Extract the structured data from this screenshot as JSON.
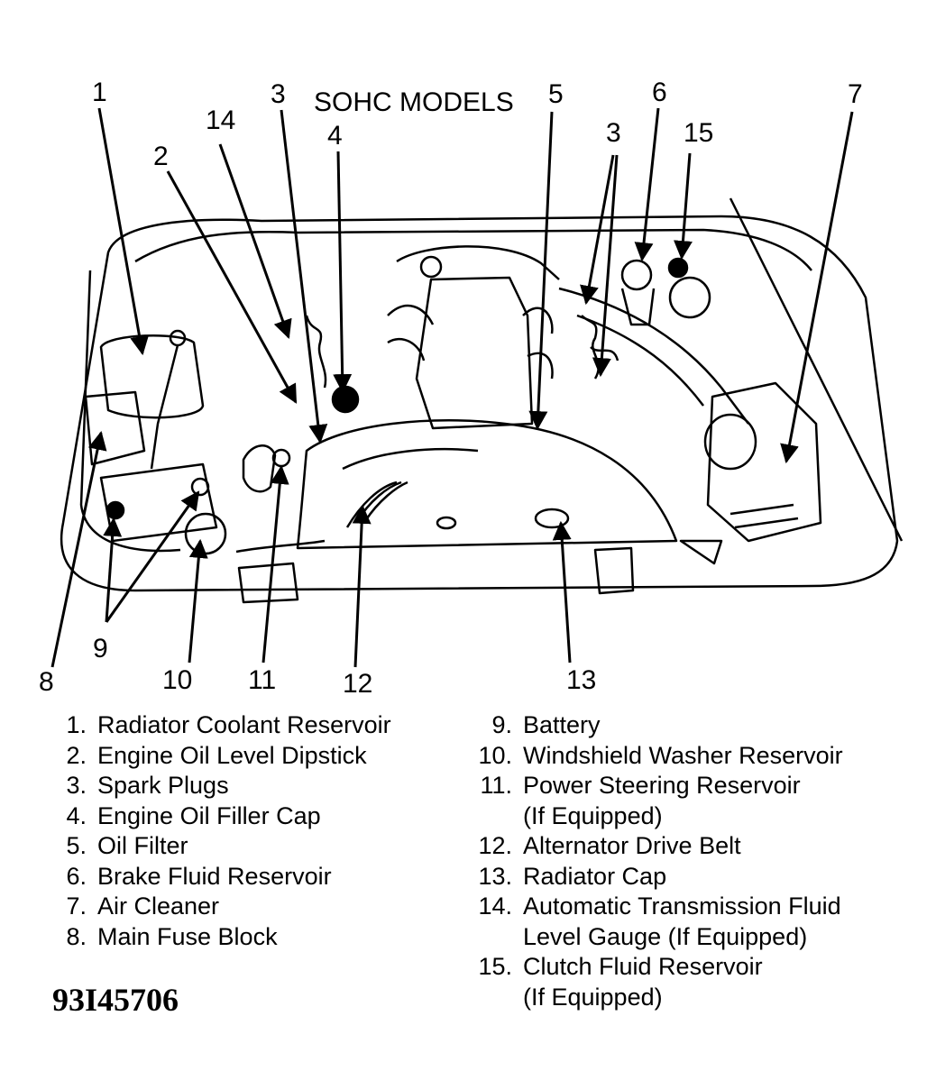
{
  "title": "SOHC MODELS",
  "callouts": [
    "1",
    "2",
    "3",
    "3",
    "4",
    "5",
    "6",
    "7",
    "8",
    "9",
    "10",
    "11",
    "12",
    "13",
    "14",
    "15"
  ],
  "legend_left": [
    {
      "num": "1.",
      "text": "Radiator Coolant Reservoir"
    },
    {
      "num": "2.",
      "text": "Engine Oil Level Dipstick"
    },
    {
      "num": "3.",
      "text": "Spark Plugs"
    },
    {
      "num": "4.",
      "text": "Engine Oil Filler Cap"
    },
    {
      "num": "5.",
      "text": "Oil Filter"
    },
    {
      "num": "6.",
      "text": "Brake Fluid Reservoir"
    },
    {
      "num": "7.",
      "text": "Air Cleaner"
    },
    {
      "num": "8.",
      "text": "Main Fuse Block"
    }
  ],
  "legend_right": [
    {
      "num": "9.",
      "text": "Battery"
    },
    {
      "num": "10.",
      "text": "Windshield Washer Reservoir"
    },
    {
      "num": "11.",
      "text": "Power Steering Reservoir"
    },
    {
      "num": "",
      "text": "(If Equipped)"
    },
    {
      "num": "12.",
      "text": "Alternator Drive Belt"
    },
    {
      "num": "13.",
      "text": "Radiator Cap"
    },
    {
      "num": "14.",
      "text": "Automatic Transmission Fluid"
    },
    {
      "num": "",
      "text": "Level Gauge (If Equipped)"
    },
    {
      "num": "15.",
      "text": "Clutch Fluid Reservoir"
    },
    {
      "num": "",
      "text": "(If Equipped)"
    }
  ],
  "figure_code": "93I45706"
}
